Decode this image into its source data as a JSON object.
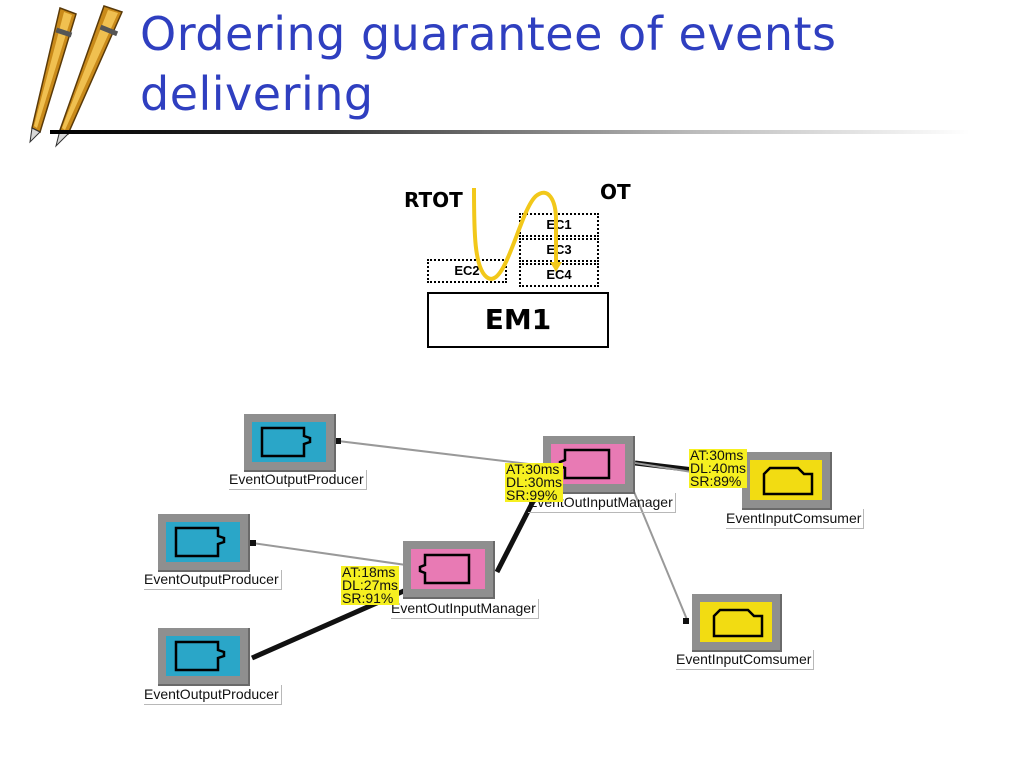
{
  "title": "Ordering guarantee of events delivering",
  "diagram_top": {
    "label_left": "RTOT",
    "label_right": "OT",
    "ec_left": "EC2",
    "ec_stack": [
      "EC1",
      "EC3",
      "EC4"
    ],
    "manager": "EM1"
  },
  "components": {
    "producer_1": "EventOutputProducer",
    "producer_2": "EventOutputProducer",
    "producer_3": "EventOutputProducer",
    "manager_upper": "EventOutInputManager",
    "manager_lower": "EventOutInputManager",
    "consumer_upper": "EventInputComsumer",
    "consumer_lower": "EventInputComsumer"
  },
  "stats": {
    "manager_upper": [
      "AT:30ms",
      "DL:30ms",
      "SR:99%"
    ],
    "consumer_upper": [
      "AT:30ms",
      "DL:40ms",
      "SR:89%"
    ],
    "manager_lower": [
      "AT:18ms",
      "DL:27ms",
      "SR:91%"
    ]
  },
  "colors": {
    "title": "#2f3fc0",
    "producer": "#2aa6c8",
    "manager": "#e87ab4",
    "consumer": "#f2dc12",
    "stats_bg": "#f6f020",
    "arrow": "#f2c81a"
  }
}
